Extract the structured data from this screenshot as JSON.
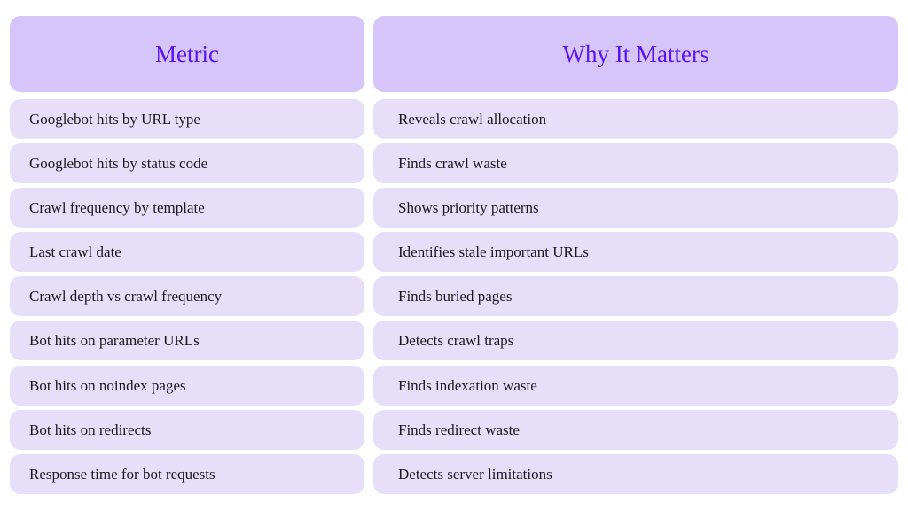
{
  "headers": [
    "Metric",
    "Why It Matters"
  ],
  "rows": [
    [
      "Googlebot hits by URL type",
      "Reveals crawl allocation"
    ],
    [
      "Googlebot hits by status code",
      "Finds crawl waste"
    ],
    [
      "Crawl frequency by template",
      "Shows priority patterns"
    ],
    [
      "Last crawl date",
      "Identifies stale important URLs"
    ],
    [
      "Crawl depth vs crawl frequency",
      "Finds buried pages"
    ],
    [
      "Bot hits on parameter URLs",
      "Detects crawl traps"
    ],
    [
      "Bot hits on noindex pages",
      "Finds indexation waste"
    ],
    [
      "Bot hits on redirects",
      "Finds redirect waste"
    ],
    [
      "Response time for bot requests",
      "Detects server limitations"
    ]
  ]
}
